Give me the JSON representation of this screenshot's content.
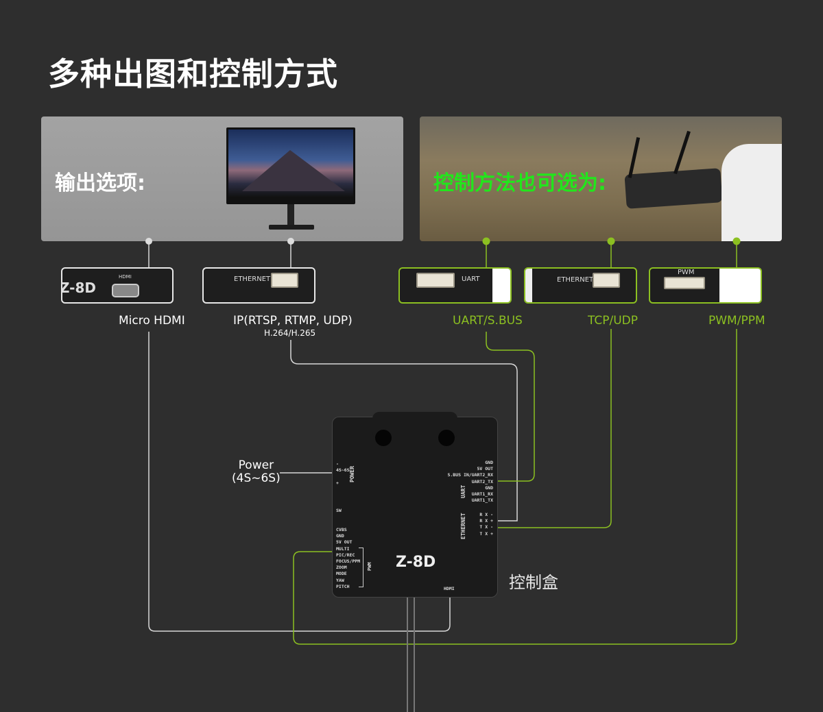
{
  "title": "多种出图和控制方式",
  "output_panel": {
    "label": "输出选项:"
  },
  "control_panel": {
    "label": "控制方法也可选为:"
  },
  "outputs": [
    {
      "thumb_text": "HDMI",
      "thumb_brand": "Z-8D",
      "caption": "Micro HDMI"
    },
    {
      "thumb_text": "ETHERNET",
      "caption": "IP(RTSP, RTMP, UDP)",
      "subcaption": "H.264/H.265"
    }
  ],
  "controls": [
    {
      "thumb_text": "UART",
      "caption": "UART/S.BUS"
    },
    {
      "thumb_text": "ETHERNET",
      "caption": "TCP/UDP"
    },
    {
      "thumb_text": "PWM",
      "caption": "PWM/PPM"
    }
  ],
  "device": {
    "name": "Z-8D",
    "label": "控制盒",
    "power_label": "Power",
    "power_range": "(4S~6S)",
    "power_pins": "-\n4S~6S\n\n+",
    "power_title": "POWER",
    "sw": "SW",
    "left_pins": "CVBS\nGND\n5V OUT\nMULTI\nPIC/REC\nFOCUS/PPM\nZOOM\nMODE\nYAW\nPITCH",
    "pwm_title": "PWM",
    "uart_pins": "GND\n5V OUT\nS.BUS IN/UART2_RX\nUART2_TX\nGND\nUART1_RX\nUART1_TX",
    "uart_title": "UART",
    "eth_pins": "R X -\nR X +\nT X -\nT X +",
    "eth_title": "ETHERNET",
    "hdmi": "HDMI"
  },
  "colors": {
    "accent": "#8cc021",
    "background": "#2e2e2e",
    "line": "#d8d8d8"
  }
}
